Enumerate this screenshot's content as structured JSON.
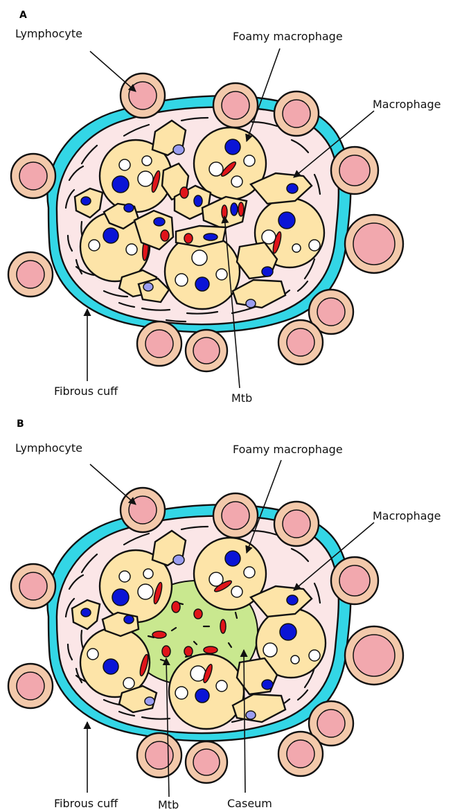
{
  "panels": [
    {
      "letter": "A",
      "labels": {
        "lymphocyte": "Lymphocyte",
        "foamy": "Foamy macrophage",
        "macrophage": "Macrophage",
        "fibrous": "Fibrous cuff",
        "mtb": "Mtb"
      }
    },
    {
      "letter": "B",
      "labels": {
        "lymphocyte": "Lymphocyte",
        "foamy": "Foamy macrophage",
        "macrophage": "Macrophage",
        "fibrous": "Fibrous cuff",
        "mtb": "Mtb",
        "caseum": "Caseum"
      }
    }
  ],
  "colors": {
    "lymphocyte_outer": "#f3c9ab",
    "lymphocyte_inner": "#f2a8ae",
    "fibrous_cuff": "#33d6e6",
    "granuloma_fill": "#fbe6e7",
    "macrophage": "#fde4a8",
    "nucleus_dark": "#0a14d6",
    "nucleus_light": "#9a9df0",
    "mtb": "#e0141a",
    "caseum": "#c9e88f"
  }
}
